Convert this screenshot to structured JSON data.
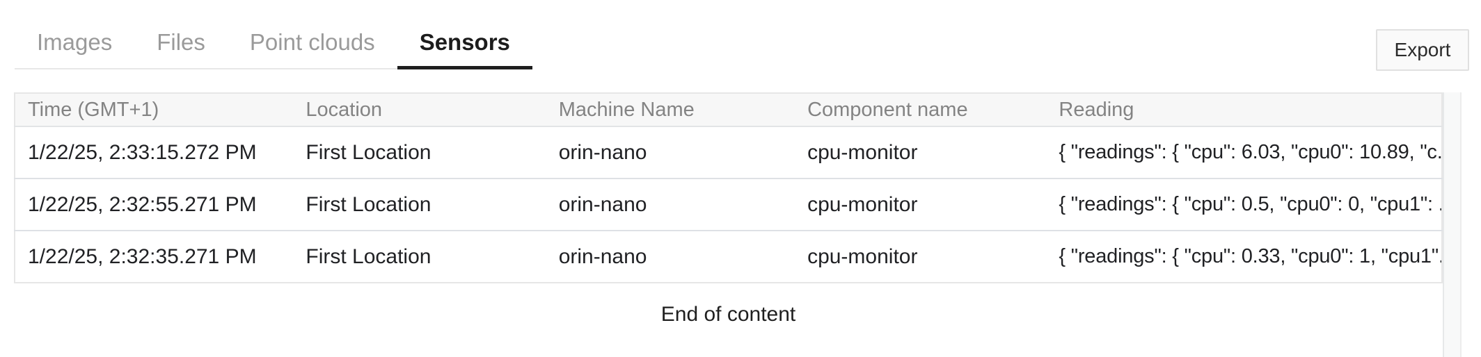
{
  "tabs": {
    "items": [
      {
        "label": "Images",
        "active": false
      },
      {
        "label": "Files",
        "active": false
      },
      {
        "label": "Point clouds",
        "active": false
      },
      {
        "label": "Sensors",
        "active": true
      }
    ]
  },
  "toolbar": {
    "export_label": "Export"
  },
  "table": {
    "columns": [
      "Time (GMT+1)",
      "Location",
      "Machine Name",
      "Component name",
      "Reading"
    ],
    "rows": [
      {
        "time": "1/22/25, 2:33:15.272 PM",
        "location": "First Location",
        "machine": "orin-nano",
        "component": "cpu-monitor",
        "reading": "{ \"readings\": { \"cpu\": 6.03, \"cpu0\": 10.89, \"c..."
      },
      {
        "time": "1/22/25, 2:32:55.271 PM",
        "location": "First Location",
        "machine": "orin-nano",
        "component": "cpu-monitor",
        "reading": "{ \"readings\": { \"cpu\": 0.5, \"cpu0\": 0, \"cpu1\": ..."
      },
      {
        "time": "1/22/25, 2:32:35.271 PM",
        "location": "First Location",
        "machine": "orin-nano",
        "component": "cpu-monitor",
        "reading": "{ \"readings\": { \"cpu\": 0.33, \"cpu0\": 1, \"cpu1\"..."
      }
    ]
  },
  "footer": {
    "end_message": "End of content"
  },
  "colors": {
    "active_tab_text": "#1c1c1c",
    "active_tab_underline": "#1e1e1e",
    "inactive_tab_text": "#9a9a9a",
    "tabbar_divider": "#e7e7e7",
    "header_bg": "#f7f7f7",
    "header_text": "#838383",
    "cell_text": "#202124",
    "row_divider": "#dee1e5",
    "export_button_bg": "#fafafa",
    "export_button_border": "#e0e0e0"
  }
}
